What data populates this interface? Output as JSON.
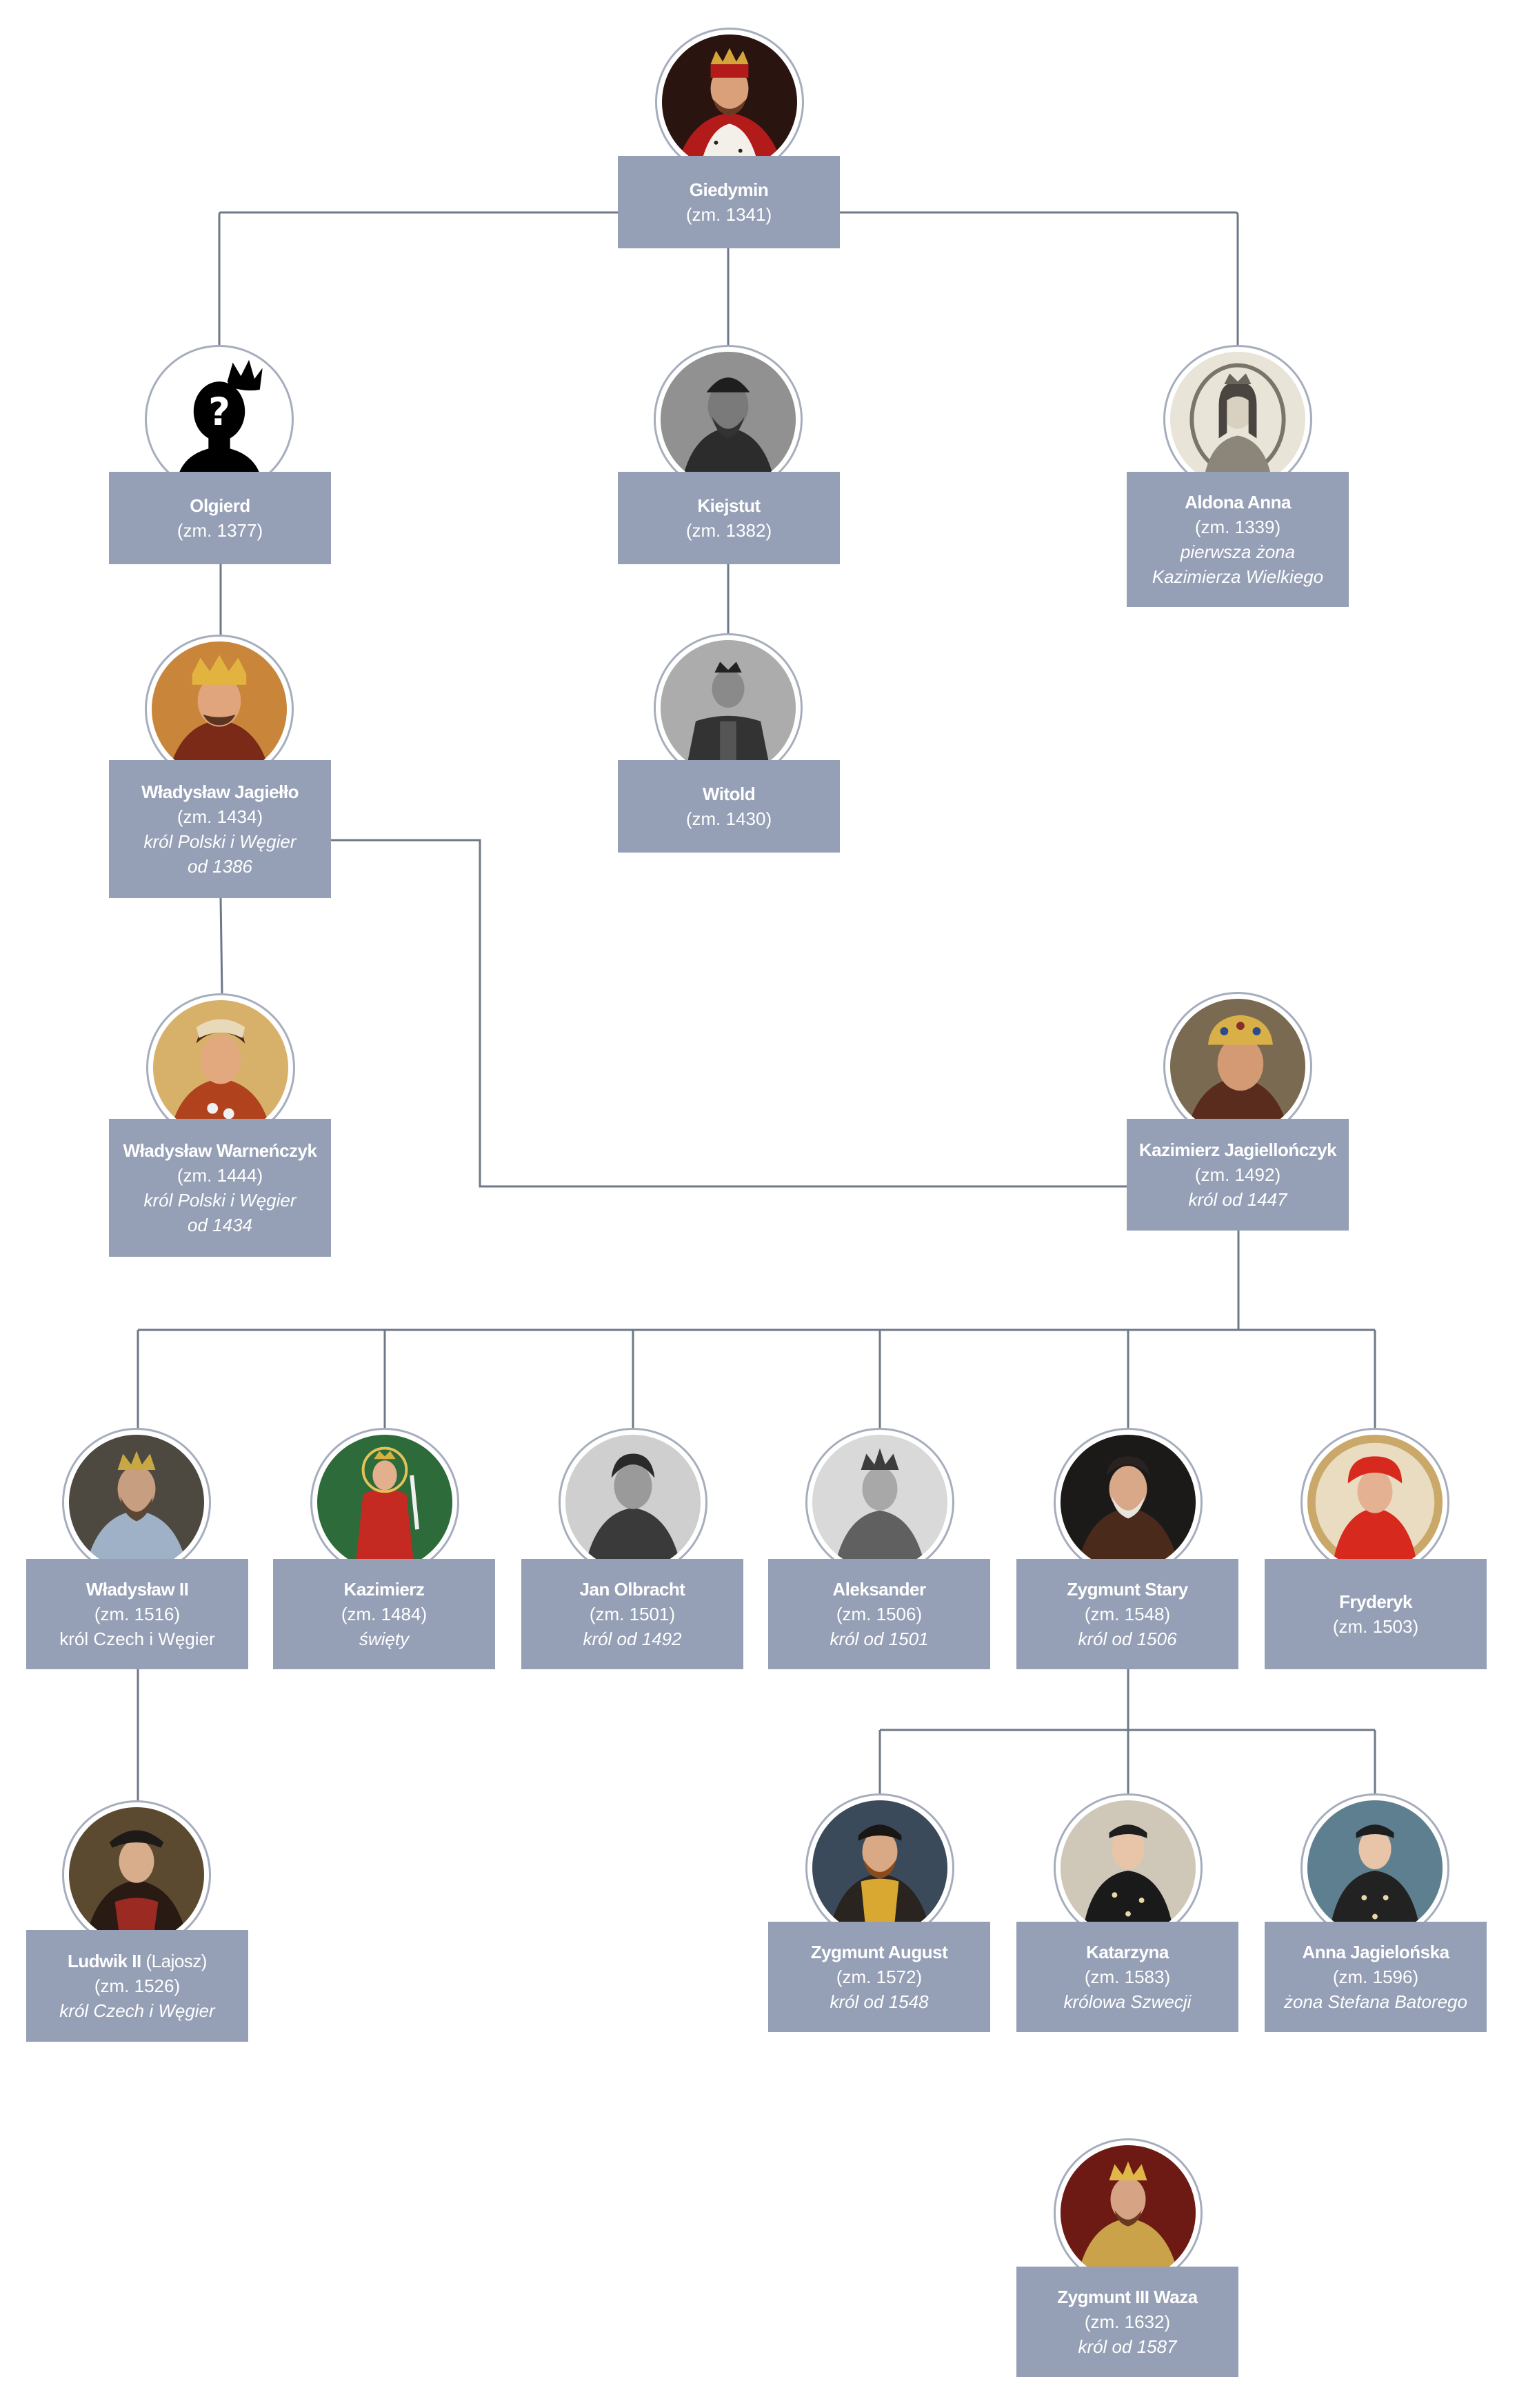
{
  "people": {
    "giedymin": {
      "name": "Giedymin",
      "dates": "(zm. 1341)"
    },
    "olgierd": {
      "name": "Olgierd",
      "dates": "(zm. 1377)"
    },
    "kiejstut": {
      "name": "Kiejstut",
      "dates": "(zm. 1382)"
    },
    "aldona": {
      "name": "Aldona Anna",
      "dates": "(zm. 1339)",
      "note1": "pierwsza żona",
      "note2": "Kazimierza Wielkiego"
    },
    "jagiello": {
      "name": "Władysław Jagiełło",
      "dates": "(zm. 1434)",
      "note1": "król Polski i Węgier",
      "note2": "od 1386"
    },
    "witold": {
      "name": "Witold",
      "dates": "(zm. 1430)"
    },
    "warnenczyk": {
      "name": "Władysław Warneńczyk",
      "dates": "(zm. 1444)",
      "note1": "król Polski i Węgier",
      "note2": "od 1434"
    },
    "kazimierz_j": {
      "name": "Kazimierz Jagiellończyk",
      "dates": "(zm. 1492)",
      "note1": "król od 1447"
    },
    "wladyslaw2": {
      "name": "Władysław II",
      "dates": "(zm. 1516)",
      "note1": "król Czech i Węgier"
    },
    "kazimierz_sw": {
      "name": "Kazimierz",
      "dates": "(zm. 1484)",
      "note1": "święty"
    },
    "olbracht": {
      "name": "Jan Olbracht",
      "dates": "(zm. 1501)",
      "note1": "król od 1492"
    },
    "aleksander": {
      "name": "Aleksander",
      "dates": "(zm. 1506)",
      "note1": "król od 1501"
    },
    "zygmunt_stary": {
      "name": "Zygmunt Stary",
      "dates": "(zm. 1548)",
      "note1": "król od 1506"
    },
    "fryderyk": {
      "name": "Fryderyk",
      "dates": "(zm. 1503)"
    },
    "ludwik": {
      "name": "Ludwik II",
      "name_alt": "(Lajosz)",
      "dates": "(zm. 1526)",
      "note1": "król Czech i Węgier"
    },
    "zygmunt_august": {
      "name": "Zygmunt August",
      "dates": "(zm. 1572)",
      "note1": "król od 1548"
    },
    "katarzyna": {
      "name": "Katarzyna",
      "dates": "(zm. 1583)",
      "note1": "królowa Szwecji"
    },
    "anna": {
      "name": "Anna Jagielońska",
      "dates": "(zm. 1596)",
      "note1": "żona Stefana Batorego"
    },
    "waza": {
      "name": "Zygmunt III Waza",
      "dates": "(zm. 1632)",
      "note1": "król od 1587"
    }
  },
  "colors": {
    "box": "#959fb5",
    "line": "#6f7888",
    "portrait_border": "#a6adbc",
    "text": "#ffffff"
  },
  "icons": {
    "unknown_portrait": "silhouette-question-crown-icon"
  }
}
